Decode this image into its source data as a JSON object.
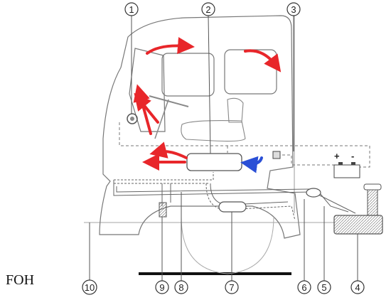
{
  "diagram": {
    "caption": "FOH",
    "callouts": [
      {
        "id": "1",
        "label": "1"
      },
      {
        "id": "2",
        "label": "2"
      },
      {
        "id": "3",
        "label": "3"
      },
      {
        "id": "4",
        "label": "4"
      },
      {
        "id": "5",
        "label": "5"
      },
      {
        "id": "6",
        "label": "6"
      },
      {
        "id": "7",
        "label": "7"
      },
      {
        "id": "8",
        "label": "8"
      },
      {
        "id": "9",
        "label": "9"
      },
      {
        "id": "10",
        "label": "10"
      }
    ],
    "battery": {
      "plus": "+",
      "minus": "-"
    },
    "colors": {
      "air_arrows": "#e8262a",
      "return_arrow": "#2a4fd6",
      "line": "#555555"
    }
  }
}
